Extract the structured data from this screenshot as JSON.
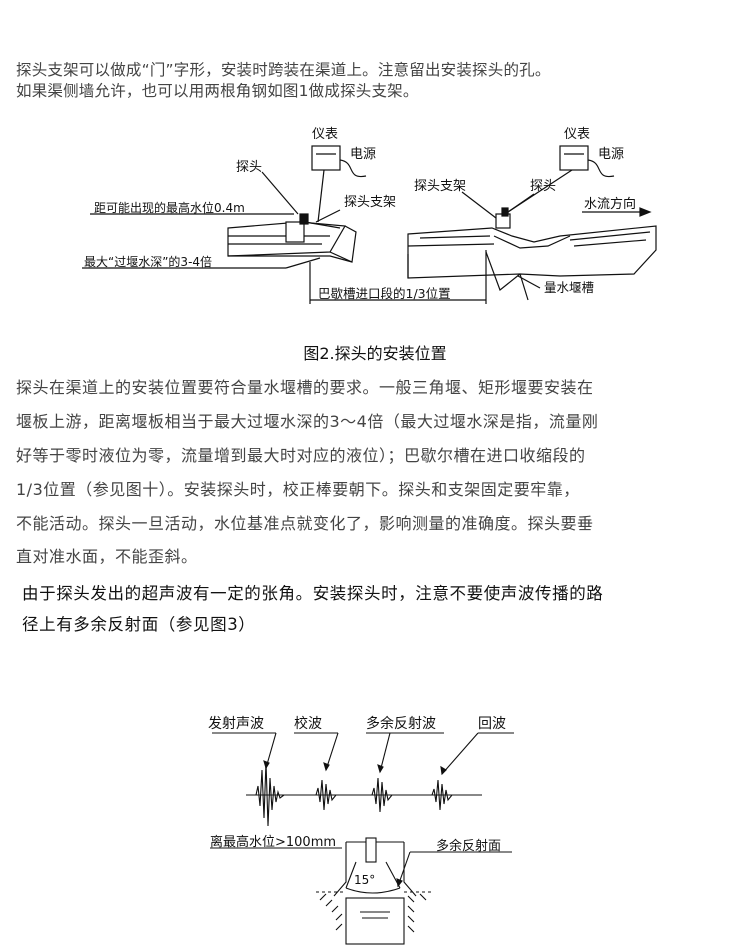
{
  "intro": {
    "line1": "探头支架可以做成“门”字形，安装时跨装在渠道上。注意留出安装探头的孔。",
    "line2": "如果渠侧墙允许，也可以用两根角钢如图1做成探头支架。"
  },
  "figure2": {
    "left": {
      "meter": "仪表",
      "power": "电源",
      "probe": "探头",
      "bracket": "探头支架",
      "distance": "距可能出现的最高水位0.4m",
      "depth": "最大“过堰水深”的3-4倍"
    },
    "right": {
      "meter": "仪表",
      "power": "电源",
      "probe": "探头",
      "bracket": "探头支架",
      "flow": "水流方向",
      "position": "巴歇槽进口段的1/3位置",
      "flume": "量水堰槽"
    },
    "caption": "图2.探头的安装位置"
  },
  "body": {
    "lines": [
      "探头在渠道上的安装位置要符合量水堰槽的要求。一般三角堰、矩形堰要安装在",
      "堰板上游，距离堰板相当于最大过堰水深的3～4倍（最大过堰水深是指，流量刚",
      "好等于零时液位为零，流量增到最大时对应的液位）；巴歇尔槽在进口收缩段的",
      "1/3位置（参见图十）。安装探头时，校正棒要朝下。探头和支架固定要牢靠，",
      "不能活动。探头一旦活动，水位基准点就变化了，影响测量的准确度。探头要垂",
      "直对准水面，不能歪斜。"
    ]
  },
  "note": {
    "line1": "由于探头发出的超声波有一定的张角。安装探头时，注意不要使声波传播的路",
    "line2": "径上有多余反射面（参见图3）"
  },
  "figure3": {
    "emit": "发射声波",
    "calib": "校波",
    "extra_reflect": "多余反射波",
    "echo": "回波",
    "height": "离最高水位>100mm",
    "surface": "多余反射面",
    "angle": "15°"
  }
}
